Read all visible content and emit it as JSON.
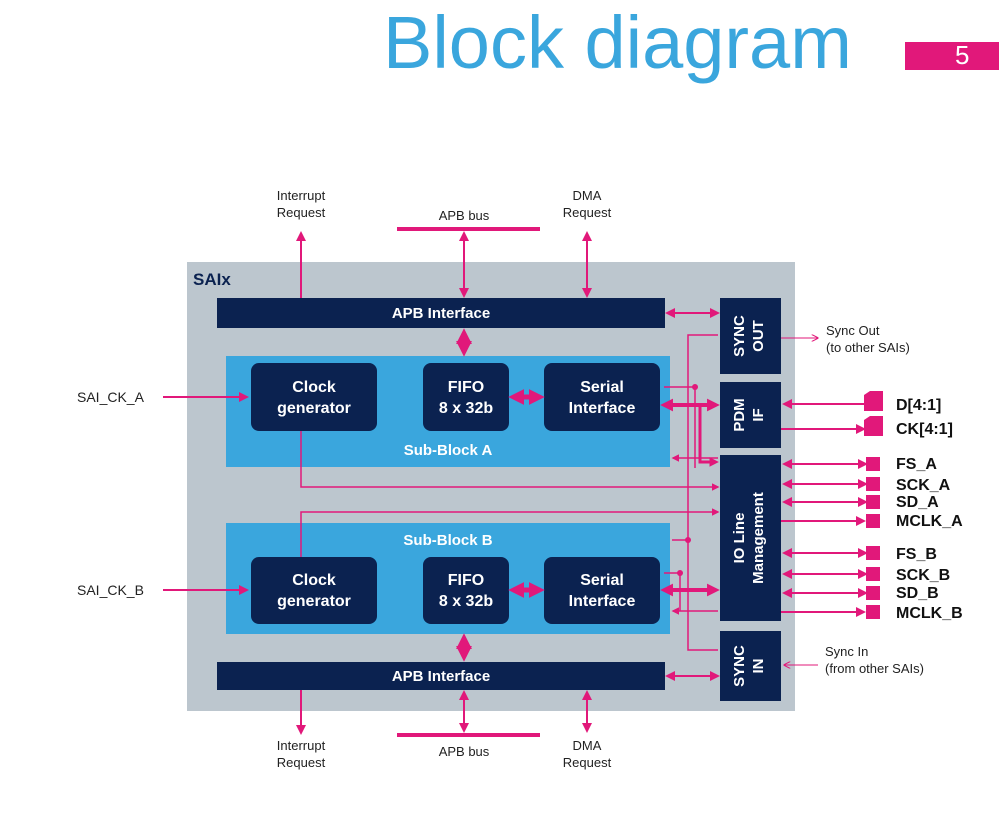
{
  "header": {
    "title": "Block diagram",
    "page_number": "5"
  },
  "diagram": {
    "container_label": "SAIx",
    "top": {
      "interrupt": [
        "Interrupt",
        "Request"
      ],
      "apb_bus": "APB bus",
      "dma": [
        "DMA",
        "Request"
      ],
      "apb_interface": "APB Interface"
    },
    "bottom": {
      "interrupt": [
        "Interrupt",
        "Request"
      ],
      "apb_bus": "APB bus",
      "dma": [
        "DMA",
        "Request"
      ],
      "apb_interface": "APB Interface"
    },
    "sub_block_a": {
      "label": "Sub-Block A",
      "clock": [
        "Clock",
        "generator"
      ],
      "fifo": [
        "FIFO",
        "8 x 32b"
      ],
      "serial": [
        "Serial",
        "Interface"
      ]
    },
    "sub_block_b": {
      "label": "Sub-Block B",
      "clock": [
        "Clock",
        "generator"
      ],
      "fifo": [
        "FIFO",
        "8 x 32b"
      ],
      "serial": [
        "Serial",
        "Interface"
      ]
    },
    "sync_out": [
      "SYNC",
      "OUT"
    ],
    "pdm_if": [
      "PDM",
      "IF"
    ],
    "io_line": [
      "IO Line",
      "Management"
    ],
    "sync_in": [
      "SYNC",
      "IN"
    ],
    "inputs": {
      "ck_a": "SAI_CK_A",
      "ck_b": "SAI_CK_B"
    },
    "sync_out_label": [
      "Sync Out",
      "(to other SAIs)"
    ],
    "sync_in_label": [
      "Sync In",
      "(from other SAIs)"
    ],
    "pins": [
      "D[4:1]",
      "CK[4:1]",
      "FS_A",
      "SCK_A",
      "SD_A",
      "MCLK_A",
      "FS_B",
      "SCK_B",
      "SD_B",
      "MCLK_B"
    ]
  },
  "colors": {
    "title": "#3aa6dd",
    "accent": "#e1187a",
    "navy": "#0b2250",
    "sub_block": "#3aa6dd",
    "container": "#bcc6ce"
  }
}
